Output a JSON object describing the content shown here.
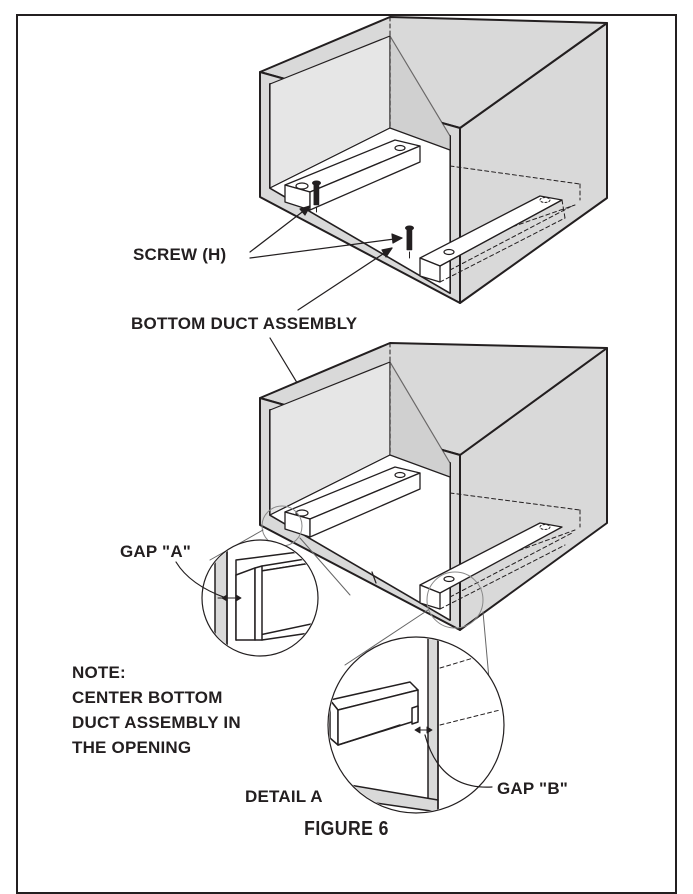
{
  "labels": {
    "screw": "SCREW (H)",
    "bottom_duct": "BOTTOM DUCT ASSEMBLY",
    "gap_a": "GAP \"A\"",
    "note_title": "NOTE:",
    "note_line1": "CENTER BOTTOM",
    "note_line2": "DUCT ASSEMBLY IN",
    "note_line3": "THE OPENING",
    "detail_a": "DETAIL A",
    "gap_b": "GAP \"B\"",
    "figure_caption": "FIGURE 6"
  },
  "colors": {
    "line": "#231f20",
    "shade": "#d9d9d9",
    "shade_dark": "#c8c8c8",
    "background": "#ffffff"
  }
}
